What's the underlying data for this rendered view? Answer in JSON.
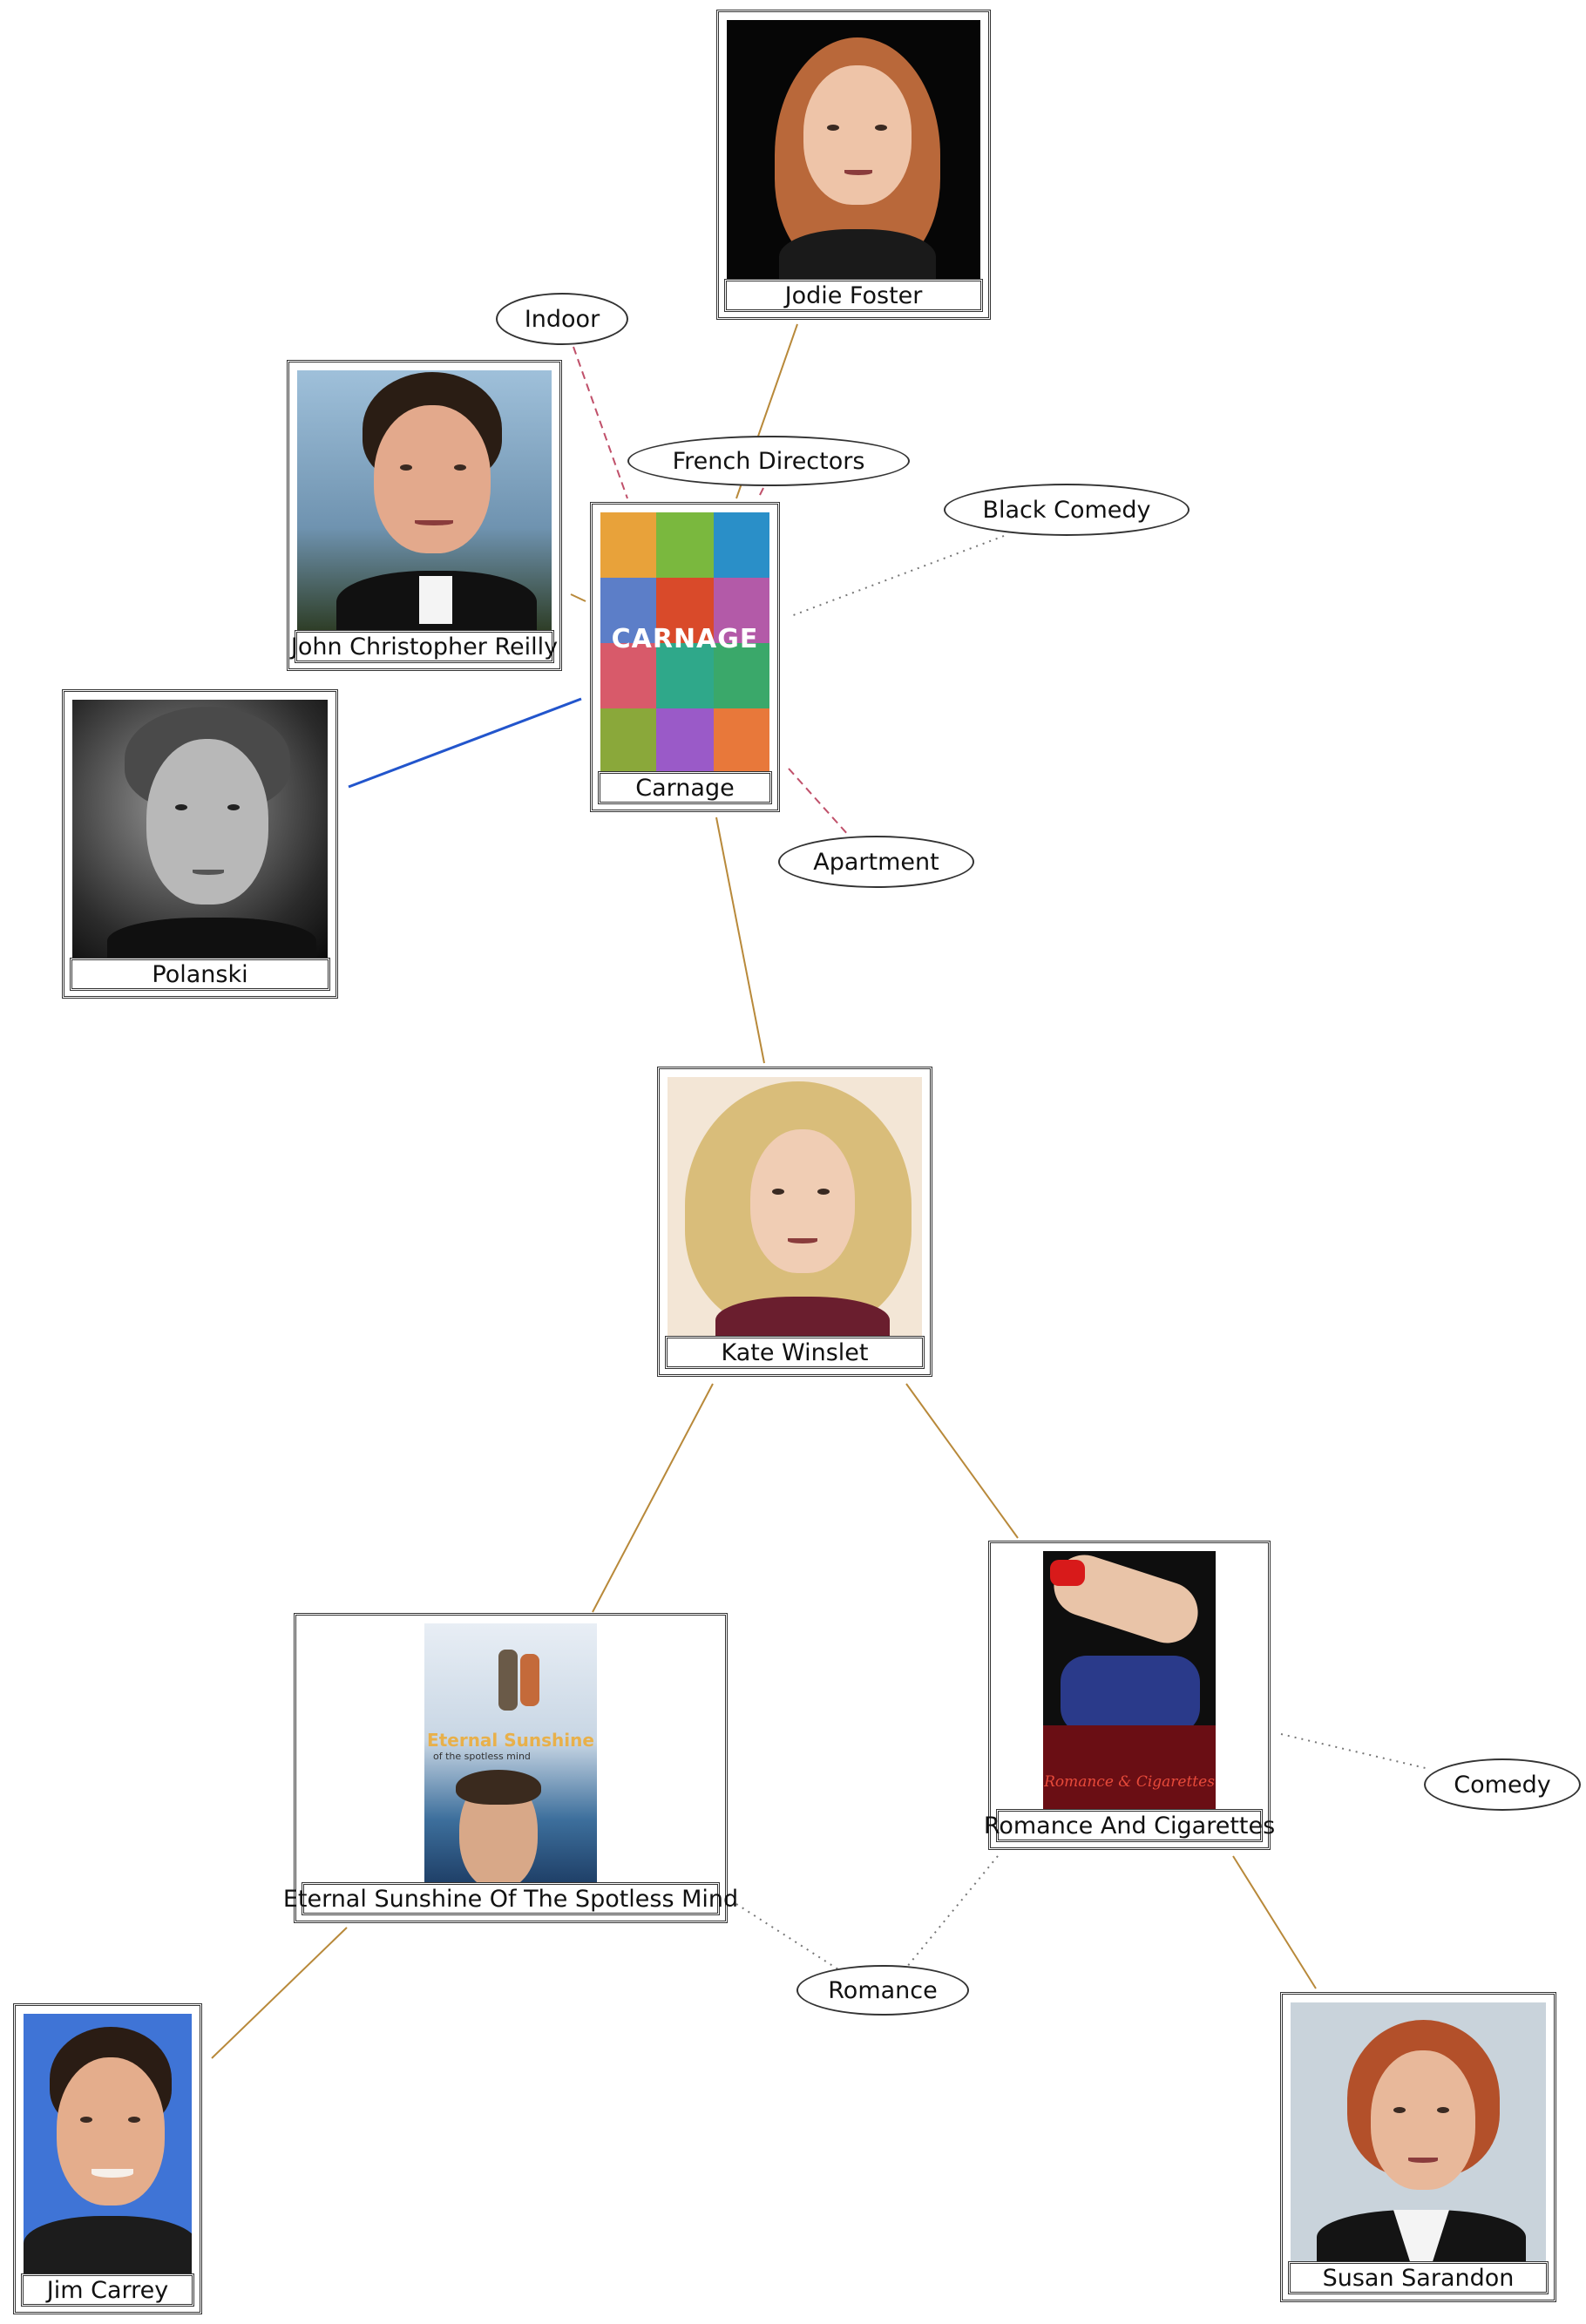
{
  "people": {
    "jodie_foster": "Jodie Foster",
    "john_c_reilly": "John Christopher Reilly",
    "polanski": "Polanski",
    "kate_winslet": "Kate Winslet",
    "jim_carrey": "Jim Carrey",
    "susan_sarandon": "Susan Sarandon"
  },
  "movies": {
    "carnage": "Carnage",
    "carnage_poster_title": "CARNAGE",
    "eternal_sunshine": "Eternal Sunshine Of The Spotless Mind",
    "eternal_sunshine_poster_title": "Eternal Sunshine",
    "eternal_sunshine_poster_subtitle": "of the spotless mind",
    "romance_cigarettes": "Romance And Cigarettes",
    "romance_cigarettes_poster_title": "Romance & Cigarettes"
  },
  "tags": {
    "indoor": "Indoor",
    "french_directors": "French Directors",
    "black_comedy": "Black Comedy",
    "apartment": "Apartment",
    "comedy": "Comedy",
    "romance": "Romance"
  },
  "edge_styles": {
    "acted_in": {
      "color": "#b8893a",
      "style": "solid"
    },
    "directed": {
      "color": "#2255cc",
      "style": "solid"
    },
    "location_tag": {
      "color": "#c0506a",
      "style": "dashed"
    },
    "genre_tag": {
      "color": "#777777",
      "style": "dotted"
    }
  }
}
